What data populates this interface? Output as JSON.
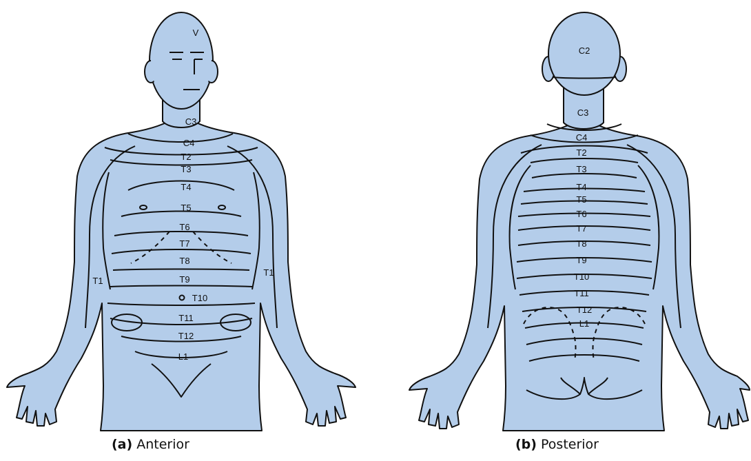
{
  "colors": {
    "skin": "#b4cdea",
    "line": "#111111",
    "background": "#ffffff"
  },
  "anterior": {
    "caption_letter": "(a)",
    "caption_text": "Anterior",
    "labels": {
      "V": "V",
      "C3": "C3",
      "C4": "C4",
      "T2": "T2",
      "T3": "T3",
      "T4": "T4",
      "T5": "T5",
      "T6": "T6",
      "T7": "T7",
      "T8": "T8",
      "T9": "T9",
      "T10": "T10",
      "T11": "T11",
      "T12": "T12",
      "L1": "L1",
      "T1_left": "T1",
      "T1_right": "T1"
    }
  },
  "posterior": {
    "caption_letter": "(b)",
    "caption_text": "Posterior",
    "labels": {
      "C2": "C2",
      "C3": "C3",
      "C4": "C4",
      "T2": "T2",
      "T3": "T3",
      "T4": "T4",
      "T5": "T5",
      "T6": "T6",
      "T7": "T7",
      "T8": "T8",
      "T9": "T9",
      "T10": "T10",
      "T11": "T11",
      "T12": "T12",
      "L1": "L1"
    }
  }
}
